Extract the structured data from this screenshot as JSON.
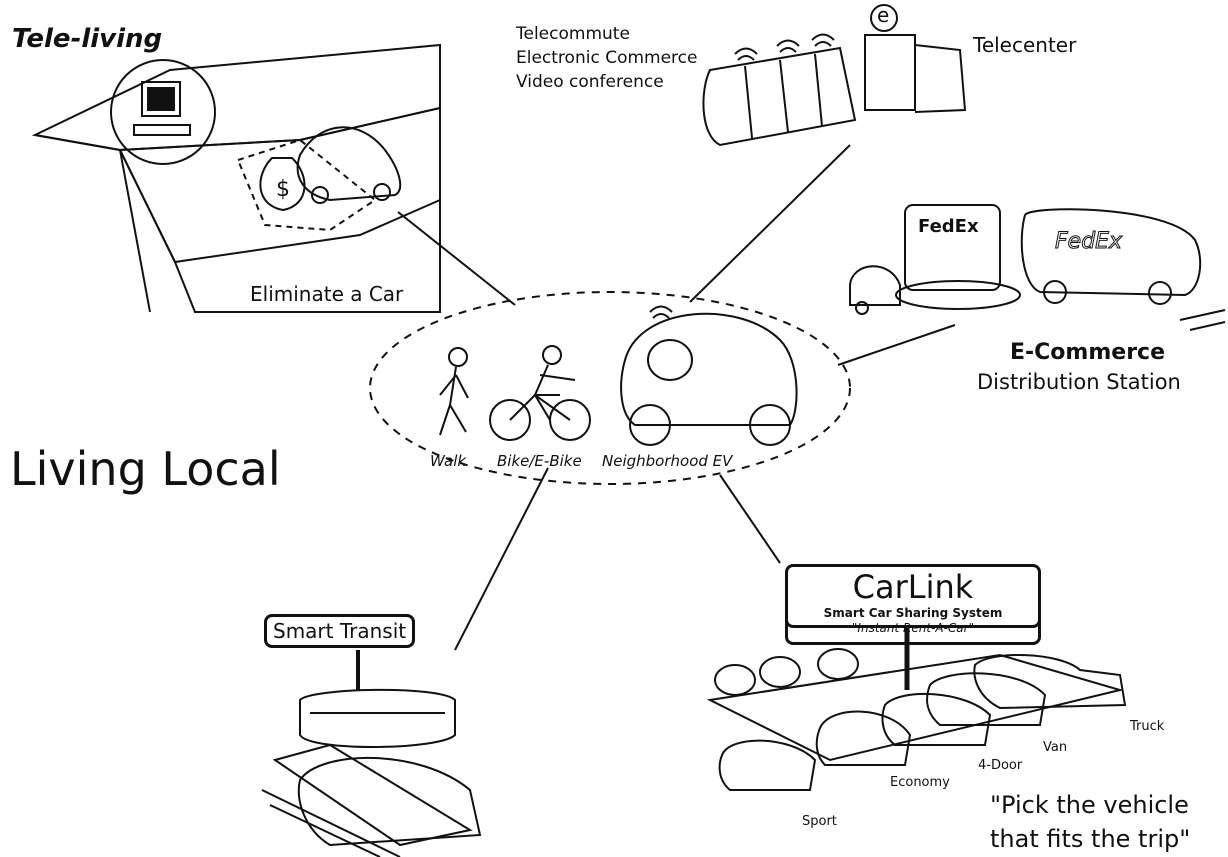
{
  "tele_living": {
    "title": "Tele-living",
    "eliminate": "Eliminate a Car"
  },
  "telecenter": {
    "title": "Telecenter",
    "services": [
      "Telecommute",
      "Electronic Commerce",
      "Video conference"
    ],
    "badge": "e"
  },
  "ecommerce": {
    "title": "E-Commerce",
    "subtitle": "Distribution Station",
    "brand": "FedEx"
  },
  "living_local": {
    "title": "Living Local",
    "modes": [
      "Walk",
      "Bike/E-Bike",
      "Neighborhood EV"
    ]
  },
  "smart_transit": {
    "sign": "Smart Transit"
  },
  "carlink": {
    "title": "CarLink",
    "subtitle": "Smart Car Sharing System",
    "tagline": "\"Instant Rent-A-Car\"",
    "vehicle_types": [
      "Sport",
      "Economy",
      "4-Door",
      "Van",
      "Truck"
    ],
    "quote_line1": "\"Pick the vehicle",
    "quote_line2": "that fits the trip\""
  }
}
